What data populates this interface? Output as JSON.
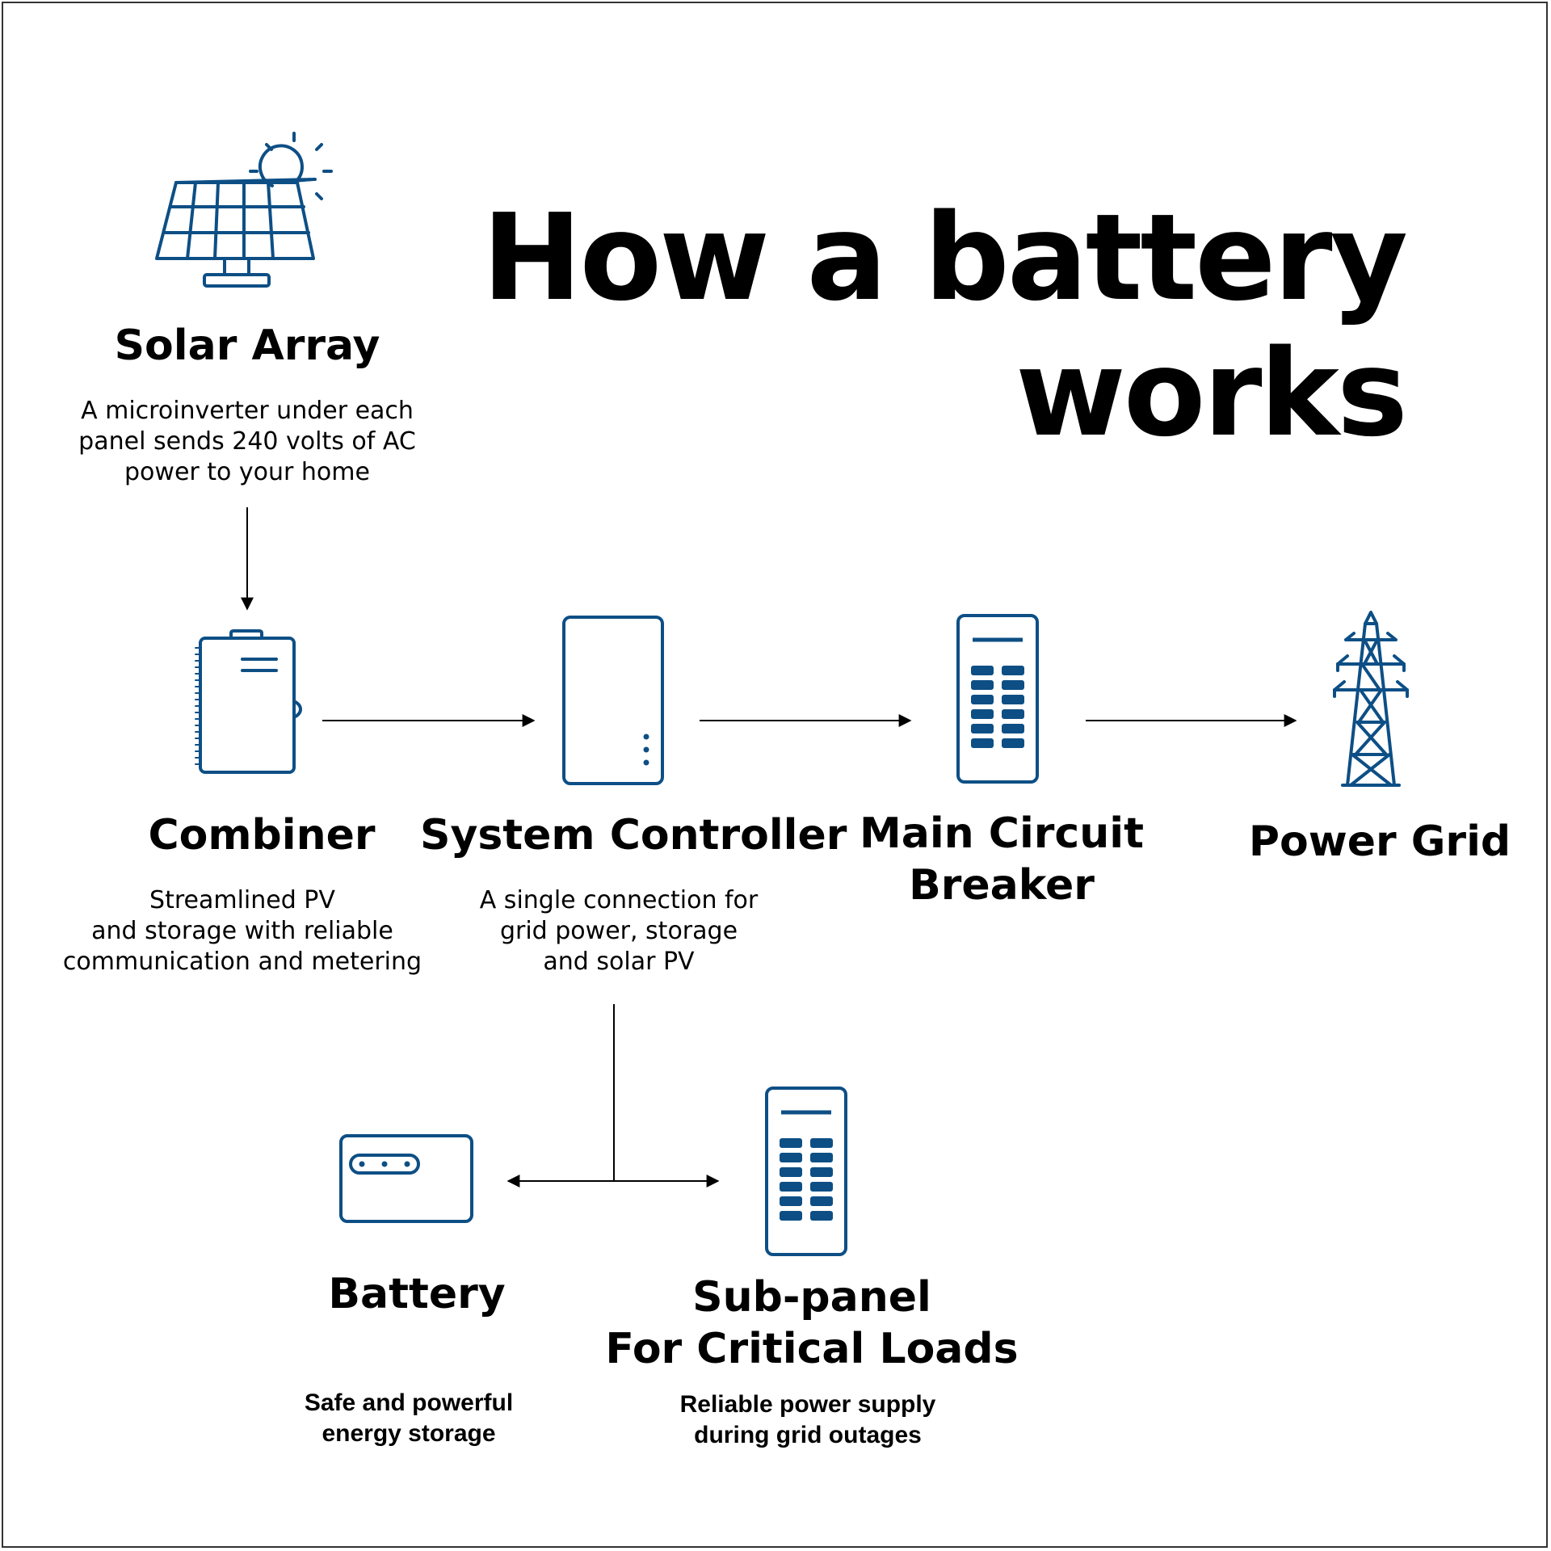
{
  "title": {
    "line1": "How a battery",
    "line2": "works"
  },
  "colors": {
    "icon": "#0d4f85",
    "text": "#000000",
    "arrow": "#000000",
    "border": "#333333"
  },
  "nodes": {
    "solar_array": {
      "icon": "solar-panel-icon",
      "label": "Solar Array",
      "desc": [
        "A microinverter under each",
        "panel sends 240 volts of AC",
        "power to your home"
      ]
    },
    "combiner": {
      "icon": "combiner-box-icon",
      "label": "Combiner",
      "desc": [
        "Streamlined PV",
        "and storage with reliable",
        "communication and metering"
      ]
    },
    "system_controller": {
      "icon": "system-controller-icon",
      "label": "System Controller",
      "desc": [
        "A single connection for",
        "grid power, storage",
        "and solar PV"
      ]
    },
    "main_breaker": {
      "icon": "breaker-panel-icon",
      "label": [
        "Main Circuit",
        "Breaker"
      ]
    },
    "power_grid": {
      "icon": "transmission-tower-icon",
      "label": "Power Grid"
    },
    "battery": {
      "icon": "battery-icon",
      "label": "Battery",
      "desc": [
        "Safe and powerful",
        "energy storage"
      ]
    },
    "sub_panel": {
      "icon": "sub-panel-icon",
      "label": [
        "Sub-panel",
        "For Critical Loads"
      ],
      "desc": [
        "Reliable power supply",
        "during grid outages"
      ]
    }
  },
  "flows": [
    {
      "from": "Solar Array",
      "to": "Combiner"
    },
    {
      "from": "Combiner",
      "to": "System Controller"
    },
    {
      "from": "System Controller",
      "to": "Main Circuit Breaker"
    },
    {
      "from": "Main Circuit Breaker",
      "to": "Power Grid"
    },
    {
      "from": "System Controller",
      "to": "Battery"
    },
    {
      "from": "System Controller",
      "to": "Sub-panel For Critical Loads"
    }
  ]
}
